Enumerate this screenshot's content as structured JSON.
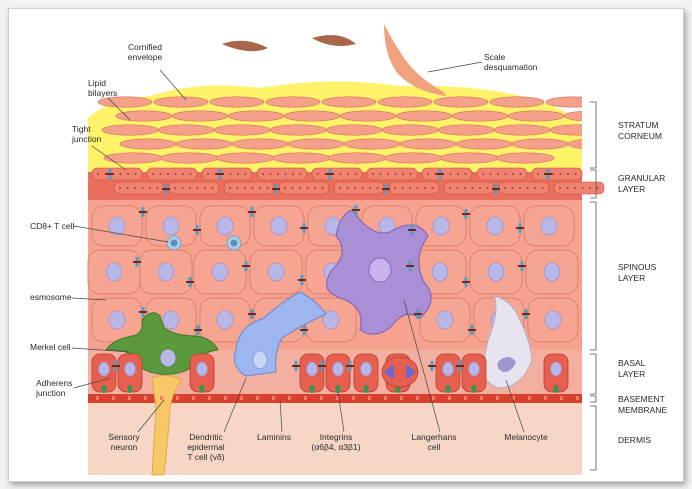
{
  "colors": {
    "corneum_fill": "#f4a08a",
    "lipid": "#fff36a",
    "granular": "#e96a5a",
    "spinous": "#f4b4a2",
    "cell": "#f6a592",
    "nucleus": "#b8b6e6",
    "langerhans": "#a98fd6",
    "dendritic": "#9db6ef",
    "merkel": "#5a9a3c",
    "basement": "#d8402f",
    "dermis": "#f7d6c6",
    "neuron": "#f7c768",
    "integrin": "#2f9a4a"
  },
  "left_labels": [
    {
      "id": "cornified",
      "lines": [
        "Cornified",
        "envelope"
      ]
    },
    {
      "id": "lipid",
      "lines": [
        "Lipid",
        "bilayers"
      ]
    },
    {
      "id": "tight",
      "lines": [
        "Tight",
        "junction"
      ]
    },
    {
      "id": "cd8",
      "lines": [
        "CD8+ T cell"
      ]
    },
    {
      "id": "desmosome",
      "lines": [
        "esmosome"
      ]
    },
    {
      "id": "merkel",
      "lines": [
        "Merkel cell"
      ]
    },
    {
      "id": "adherens",
      "lines": [
        "Adherens",
        "junction"
      ]
    }
  ],
  "top_labels": [
    {
      "id": "scale",
      "lines": [
        "Scale",
        "desquamation"
      ]
    }
  ],
  "bottom_labels": [
    {
      "id": "sensory",
      "lines": [
        "Sensory",
        "neuron"
      ]
    },
    {
      "id": "dendritic",
      "lines": [
        "Dendritic",
        "epidermal",
        "T cell (vδ)"
      ]
    },
    {
      "id": "laminins",
      "lines": [
        "Laminins"
      ]
    },
    {
      "id": "integrins",
      "lines": [
        "Integrins",
        "(α6β4, α3β1)"
      ]
    },
    {
      "id": "langerhans",
      "lines": [
        "Langerhans",
        "cell"
      ]
    },
    {
      "id": "melanocyte",
      "lines": [
        "Melanocyte"
      ]
    }
  ],
  "layers": [
    {
      "id": "corneum",
      "lines": [
        "STRATUM",
        "CORNEUM"
      ]
    },
    {
      "id": "granular",
      "lines": [
        "GRANULAR",
        "LAYER"
      ]
    },
    {
      "id": "spinous",
      "lines": [
        "SPINOUS",
        "LAYER"
      ]
    },
    {
      "id": "basal",
      "lines": [
        "BASAL",
        "LAYER"
      ]
    },
    {
      "id": "basement",
      "lines": [
        "BASEMENT",
        "MEMBRANE"
      ]
    },
    {
      "id": "dermis",
      "lines": [
        "DERMIS"
      ]
    }
  ]
}
